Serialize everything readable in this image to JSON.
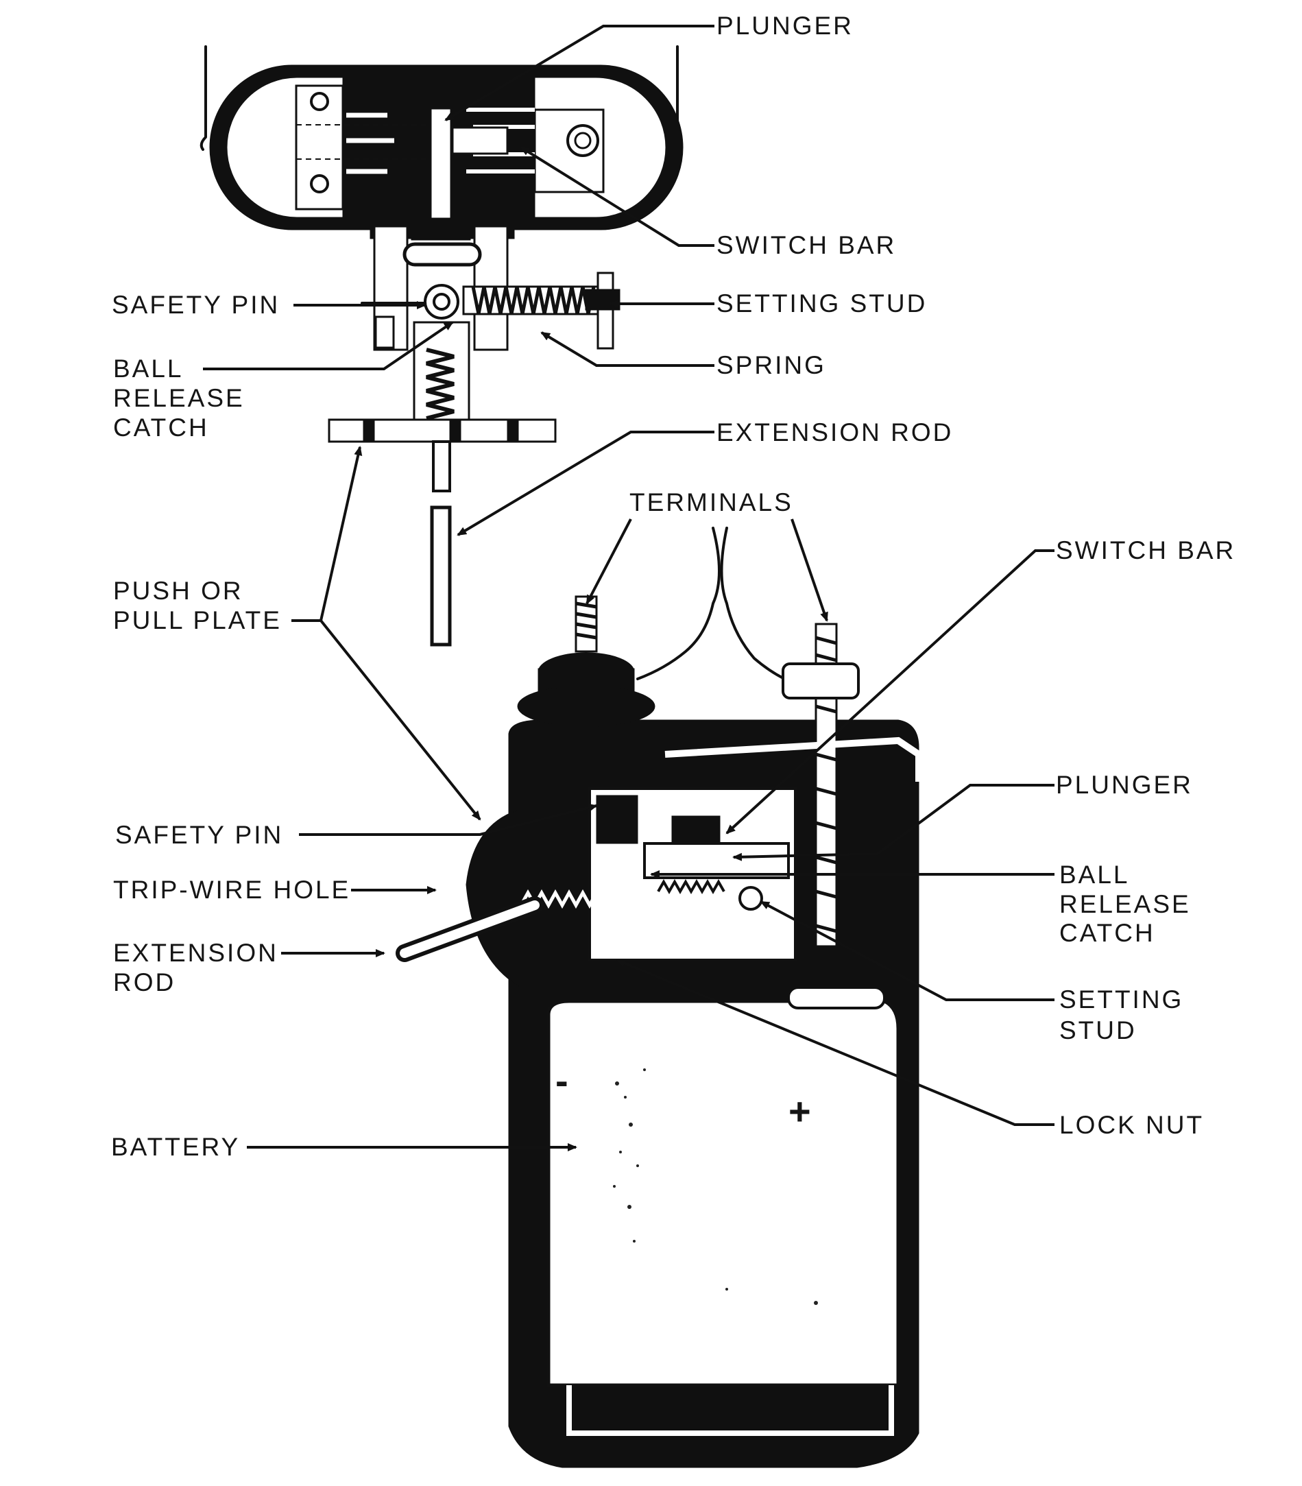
{
  "labels": {
    "top": {
      "plunger": "PLUNGER",
      "switch_bar": "SWITCH BAR",
      "setting_stud": "SETTING STUD",
      "spring": "SPRING",
      "extension_rod": "EXTENSION ROD",
      "safety_pin": "SAFETY PIN",
      "ball_release_catch": [
        "BALL",
        "RELEASE",
        "CATCH"
      ]
    },
    "middle": {
      "terminals": "TERMINALS",
      "push_or_pull_plate": [
        "PUSH OR",
        "PULL PLATE"
      ]
    },
    "bottom": {
      "switch_bar": "SWITCH BAR",
      "plunger": "PLUNGER",
      "ball_release_catch": [
        "BALL",
        "RELEASE",
        "CATCH"
      ],
      "setting_stud": [
        "SETTING",
        "STUD"
      ],
      "lock_nut": "LOCK NUT",
      "safety_pin": "SAFETY PIN",
      "trip_wire_hole": "TRIP-WIRE HOLE",
      "extension_rod": [
        "EXTENSION",
        "ROD"
      ],
      "battery": "BATTERY"
    },
    "symbols": {
      "positive": "+",
      "negative": "-"
    }
  }
}
